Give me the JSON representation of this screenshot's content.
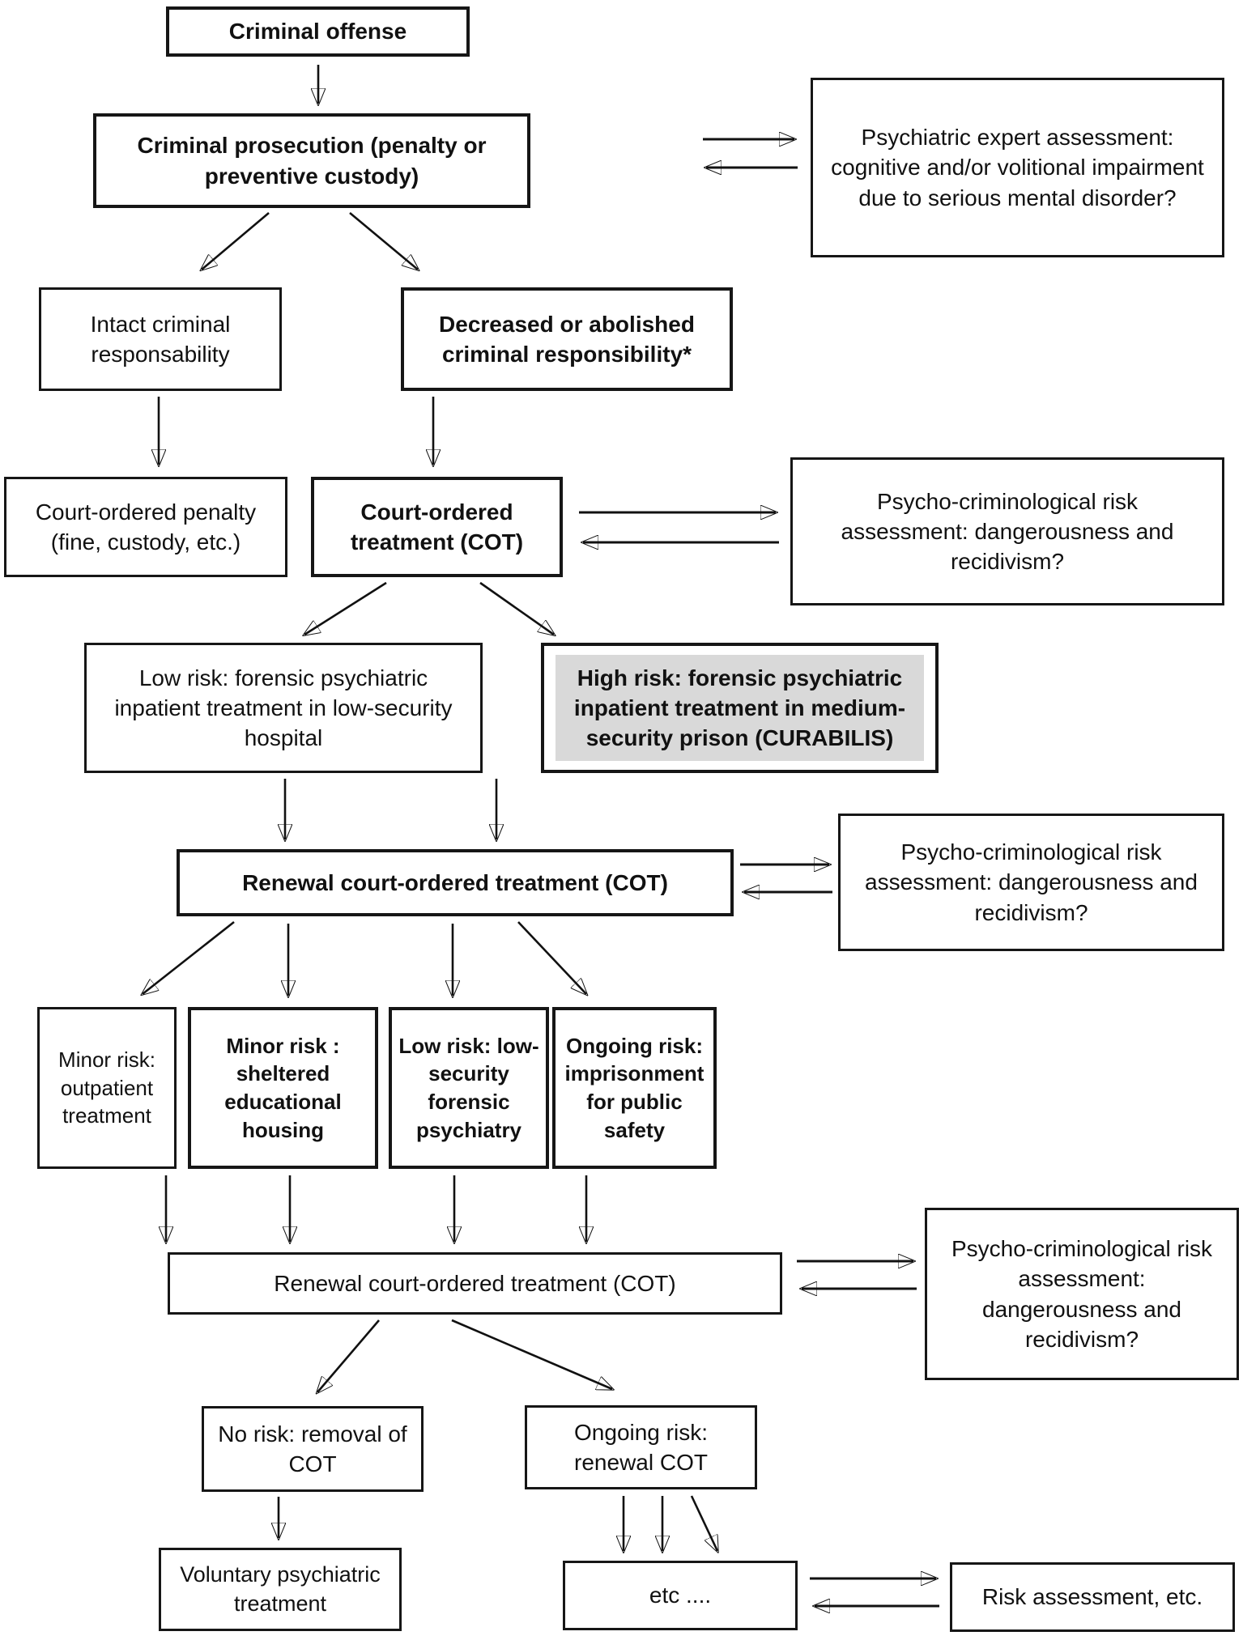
{
  "figure": {
    "type": "flowchart",
    "background": "#ffffff",
    "line_color": "#111111",
    "highlight_color": "#d9d9d9"
  },
  "nodes": {
    "criminal_offense": "Criminal offense",
    "criminal_prosecution": "Criminal prosecution (penalty or preventive custody)",
    "psychiatric_assessment": "Psychiatric expert assessment: cognitive and/or volitional impairment due to serious mental disorder?",
    "intact_responsibility": "Intact criminal responsability",
    "decreased_responsibility": "Decreased or abolished criminal responsibility*",
    "court_penalty": "Court-ordered penalty (fine, custody, etc.)",
    "court_treatment": "Court-ordered treatment (COT)",
    "risk_assessment_1": "Psycho-criminological risk assessment: dangerousness and recidivism?",
    "low_risk_hospital": "Low risk: forensic psychiatric inpatient treatment in low-security hospital",
    "high_risk_prison": "High risk: forensic psychiatric inpatient treatment in medium-security prison (CURABILIS)",
    "renewal_cot_1": "Renewal court-ordered treatment (COT)",
    "risk_assessment_2": "Psycho-criminological risk assessment: dangerousness and recidivism?",
    "minor_risk_outpatient": "Minor risk: outpatient treatment",
    "minor_risk_housing": "Minor risk : sheltered educational housing",
    "low_risk_forensic": "Low risk: low-security forensic psychiatry",
    "ongoing_risk_imprisonment": "Ongoing risk: imprisonment for public safety",
    "renewal_cot_2": "Renewal court-ordered treatment (COT)",
    "risk_assessment_3": "Psycho-criminological risk assessment: dangerousness and recidivism?",
    "no_risk_removal": "No risk: removal of COT",
    "ongoing_risk_renewal": "Ongoing risk: renewal COT",
    "voluntary_treatment": "Voluntary psychiatric treatment",
    "etc": "etc ....",
    "risk_assessment_etc": "Risk assessment, etc."
  }
}
